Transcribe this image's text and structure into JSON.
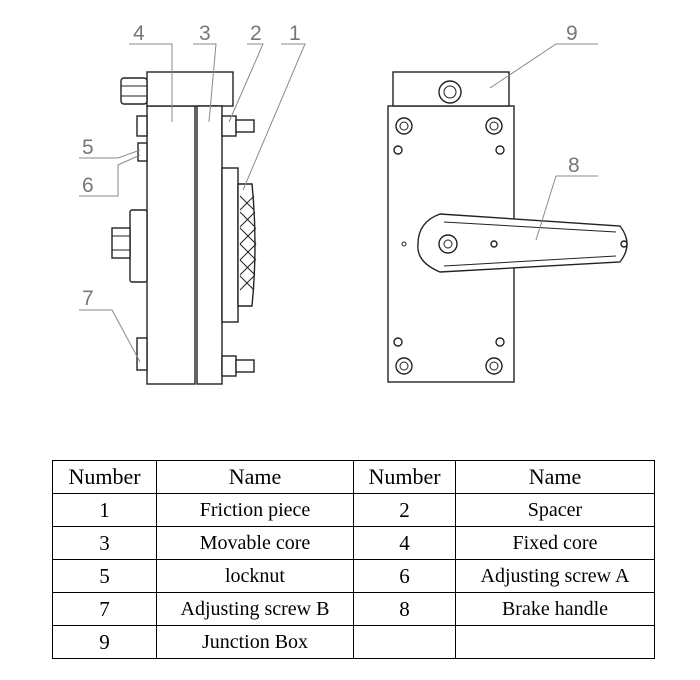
{
  "callouts": [
    "4",
    "3",
    "2",
    "1",
    "5",
    "6",
    "7",
    "9",
    "8"
  ],
  "table": {
    "headers": [
      "Number",
      "Name",
      "Number",
      "Name"
    ],
    "rows": [
      [
        "1",
        "Friction piece",
        "2",
        "Spacer"
      ],
      [
        "3",
        "Movable core",
        "4",
        "Fixed core"
      ],
      [
        "5",
        "locknut",
        "6",
        "Adjusting screw A"
      ],
      [
        "7",
        "Adjusting screw B",
        "8",
        "Brake handle"
      ],
      [
        "9",
        "Junction Box",
        "",
        ""
      ]
    ]
  }
}
